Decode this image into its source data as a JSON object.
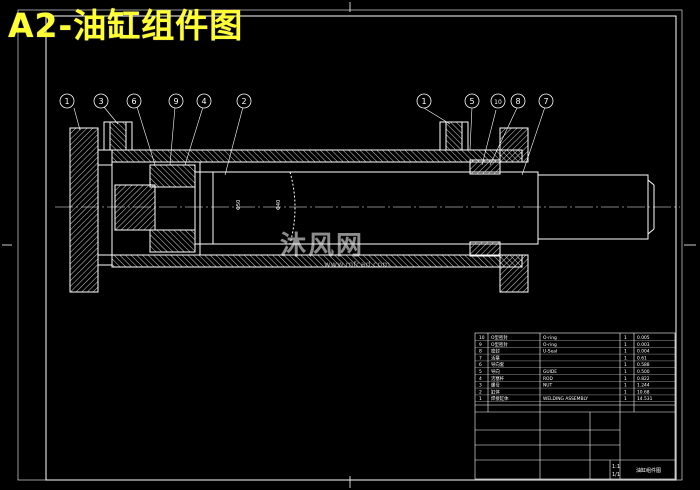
{
  "title": "A2-油缸组件图",
  "watermark": {
    "text": "沐风网",
    "url": "www.mfcad.com"
  },
  "colors": {
    "background": "#000000",
    "lines": "#ffffff",
    "title": "#ffff33"
  },
  "balloons": [
    "1",
    "3",
    "6",
    "9",
    "4",
    "2",
    "1",
    "5",
    "10",
    "8",
    "7"
  ],
  "bom_rows": [
    {
      "no": "10",
      "name": "O型密封",
      "code": "O-ring",
      "qty": "1",
      "wt": "0.005"
    },
    {
      "no": "9",
      "name": "O型密封",
      "code": "O-ring",
      "qty": "1",
      "wt": "0.003"
    },
    {
      "no": "8",
      "name": "密封",
      "code": "U-Seal",
      "qty": "1",
      "wt": "0.004"
    },
    {
      "no": "7",
      "name": "活塞",
      "code": "",
      "qty": "1",
      "wt": "0.61"
    },
    {
      "no": "6",
      "name": "导向套",
      "code": "",
      "qty": "1",
      "wt": "0.588"
    },
    {
      "no": "5",
      "name": "导向",
      "code": "GUIDE",
      "qty": "1",
      "wt": "0.500"
    },
    {
      "no": "4",
      "name": "活塞杆",
      "code": "ROD",
      "qty": "1",
      "wt": "0.822"
    },
    {
      "no": "3",
      "name": "螺母",
      "code": "NUT",
      "qty": "1",
      "wt": "1.244"
    },
    {
      "no": "2",
      "name": "缸体",
      "code": "",
      "qty": "1",
      "wt": "10.68"
    },
    {
      "no": "1",
      "name": "焊接缸体",
      "code": "WELDING ASSEMBLY",
      "qty": "1",
      "wt": "14.531"
    }
  ],
  "title_block": {
    "scale": "1:1",
    "sheet": "1/1",
    "drawing_name": "油缸组件图"
  }
}
